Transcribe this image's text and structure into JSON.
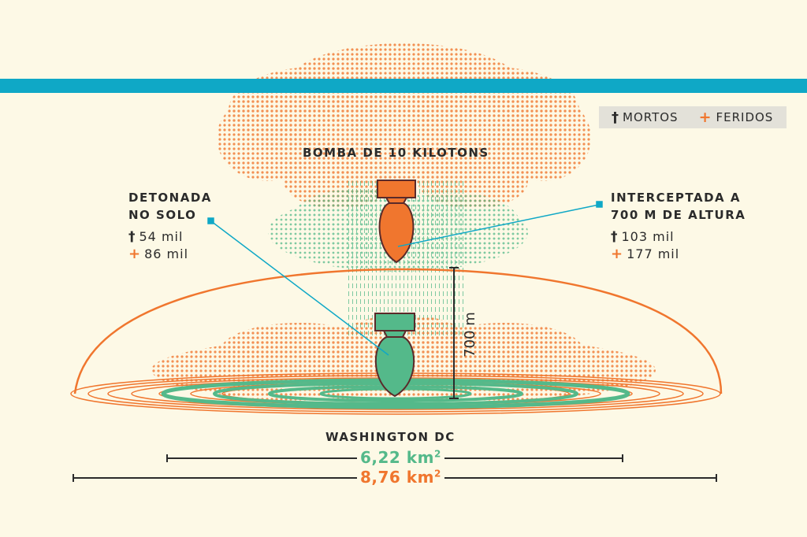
{
  "bomb_title": "BOMBA DE 10 KILOTONS",
  "legend": {
    "dead_label": "MORTOS",
    "injured_label": "FERIDOS"
  },
  "ground": {
    "line1": "DETONADA",
    "line2": "NO SOLO",
    "dead": "54 mil",
    "injured": "86 mil"
  },
  "air": {
    "line1": "INTERCEPTADA A",
    "line2": "700 M DE ALTURA",
    "dead": "103 mil",
    "injured": "177 mil"
  },
  "height_label": "700 m",
  "city": "WASHINGTON DC",
  "areas": {
    "ground_value": "6,22 km",
    "air_value": "8,76 km",
    "superscript": "2"
  },
  "colors": {
    "band": "#0fa8c6",
    "orange": "#f0762e",
    "green": "#54b98a",
    "dark": "#2b2b2b",
    "background": "#fdf9e6",
    "legend_bg": "#e3e1d9"
  },
  "icons": {
    "dead": "dagger-icon",
    "injured": "plus-icon"
  }
}
